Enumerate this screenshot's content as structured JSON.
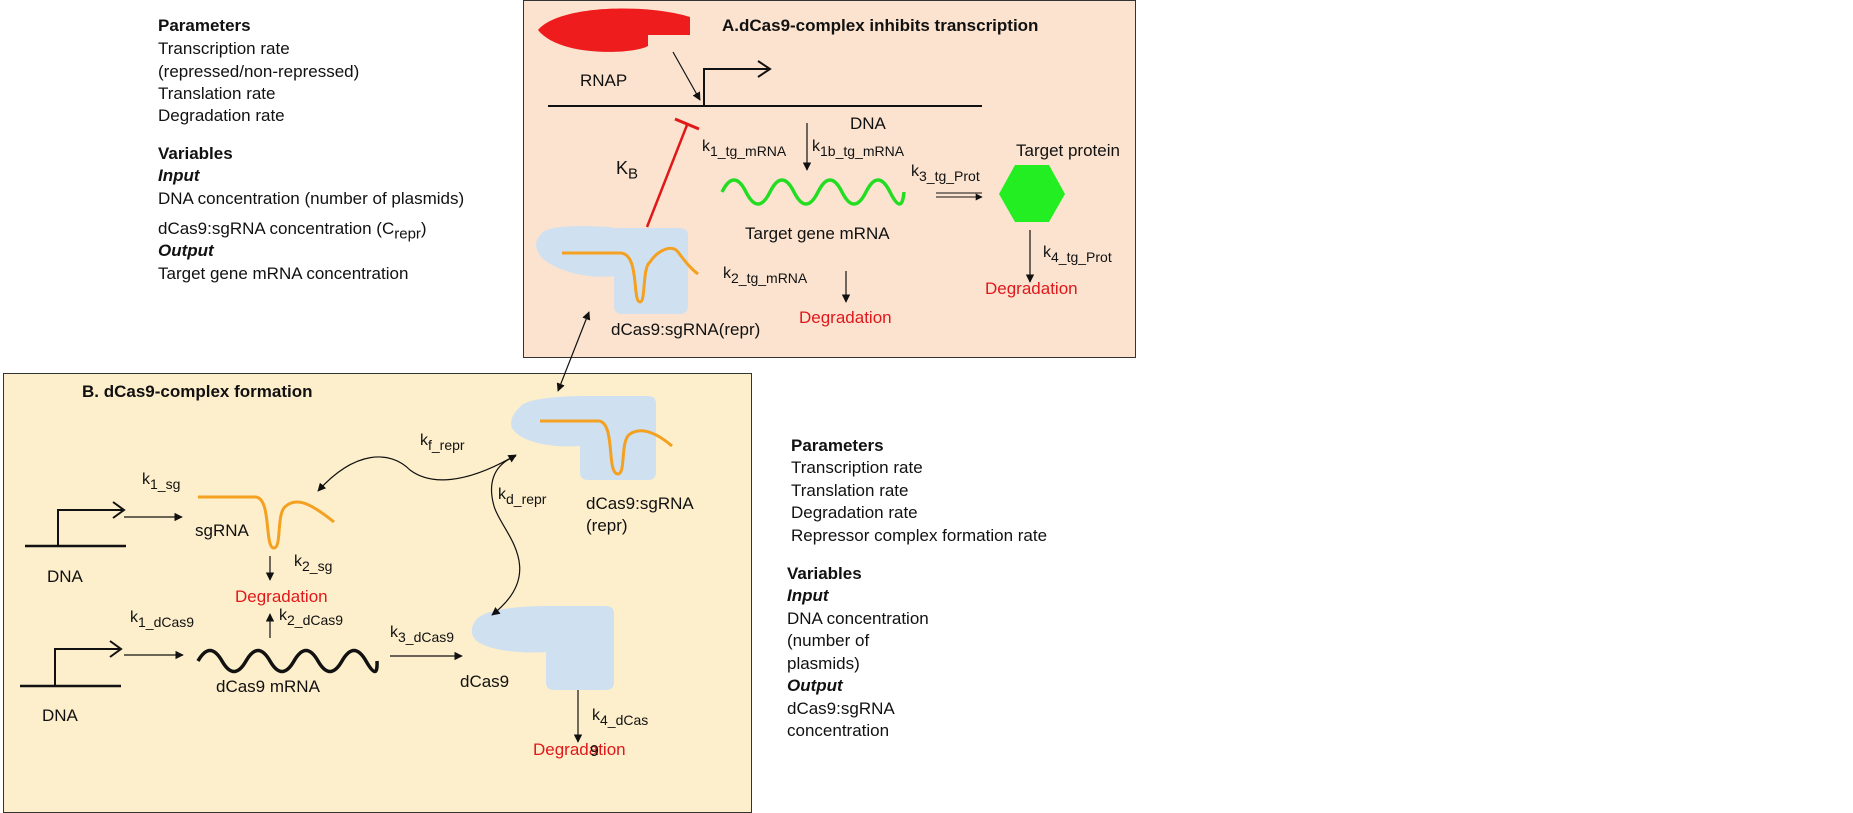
{
  "left_info": {
    "params_heading": "Parameters",
    "params": [
      "Transcription rate",
      "(repressed/non-repressed)",
      "Translation rate",
      "Degradation rate"
    ],
    "vars_heading": "Variables",
    "input_heading": "Input",
    "input_1": "DNA concentration (number of plasmids)",
    "input_2_main": "dCas9:sgRNA concentration (C",
    "input_2_sub": "repr",
    "input_2_end": ")",
    "output_heading": "Output",
    "output_1": "Target gene mRNA concentration"
  },
  "right_info": {
    "params_heading": "Parameters",
    "params": [
      "Transcription rate",
      "Translation rate",
      "Degradation rate",
      "Repressor complex formation rate"
    ],
    "vars_heading": "Variables",
    "input_heading": "Input",
    "input_lines": [
      "DNA concentration",
      "(number of",
      "plasmids)"
    ],
    "output_heading": "Output",
    "output_lines": [
      "dCas9:sgRNA",
      "concentration"
    ]
  },
  "panel_a": {
    "title": "A.dCas9-complex inhibits transcription",
    "rnap": "RNAP",
    "dna": "DNA",
    "kb_main": "K",
    "kb_sub": "B",
    "k1_main": "k",
    "k1_sub": "1_tg_mRNA",
    "k1b_main": "k",
    "k1b_sub": "1b_tg_mRNA",
    "k3_main": "k",
    "k3_sub": "3_tg_Prot",
    "k2_main": "k",
    "k2_sub": "2_tg_mRNA",
    "k4_main": "k",
    "k4_sub": "4_tg_Prot",
    "target_protein": "Target protein",
    "target_mrna": "Target gene mRNA",
    "complex": "dCas9:sgRNA(repr)",
    "degradation_mrna": "Degradation",
    "degradation_prot": "Degradation"
  },
  "panel_b": {
    "title": "B. dCas9-complex formation",
    "dna_top": "DNA",
    "dna_bottom": "DNA",
    "sgrna": "sgRNA",
    "dcas9_mrna": "dCas9 mRNA",
    "dcas9": "dCas9",
    "complex_line1": "dCas9:sgRNA",
    "complex_line2": "(repr)",
    "degradation_sg": "Degradation",
    "degradation_dcas": "Degradation",
    "k1sg_main": "k",
    "k1sg_sub": "1_sg",
    "k2sg_main": "k",
    "k2sg_sub": "2_sg",
    "k1d_main": "k",
    "k1d_sub": "1_dCas9",
    "k2d_main": "k",
    "k2d_sub": "2_dCas9",
    "k3d_main": "k",
    "k3d_sub": "3_dCas9",
    "k4d_main": "k",
    "k4d_sub": "4_dCas",
    "k4d_wrap": "9",
    "kf_main": "k",
    "kf_sub": "f_repr",
    "kd_main": "k",
    "kd_sub": "d_repr"
  },
  "colors": {
    "panel_a_bg": "#fbe3cf",
    "panel_b_bg": "#fdefcb",
    "rnap": "#ee1c1c",
    "sgrna": "#f4a020",
    "target_mrna": "#22dd22",
    "target_protein": "#22ee22",
    "dcas9_shape": "#cfe0f0",
    "degradation_text": "#e0181b",
    "repression": "#e01818"
  }
}
